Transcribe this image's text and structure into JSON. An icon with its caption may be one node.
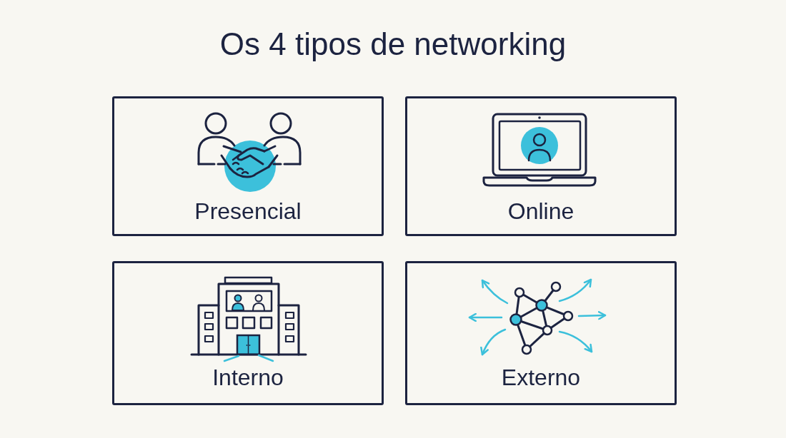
{
  "diagram": {
    "title": "Os 4 tipos de networking",
    "nodes": [
      {
        "text": [
          "Presencial"
        ]
      },
      {
        "text": [
          "Online"
        ]
      },
      {
        "text": [
          "Interno"
        ]
      },
      {
        "text": [
          "Externo"
        ]
      }
    ]
  }
}
